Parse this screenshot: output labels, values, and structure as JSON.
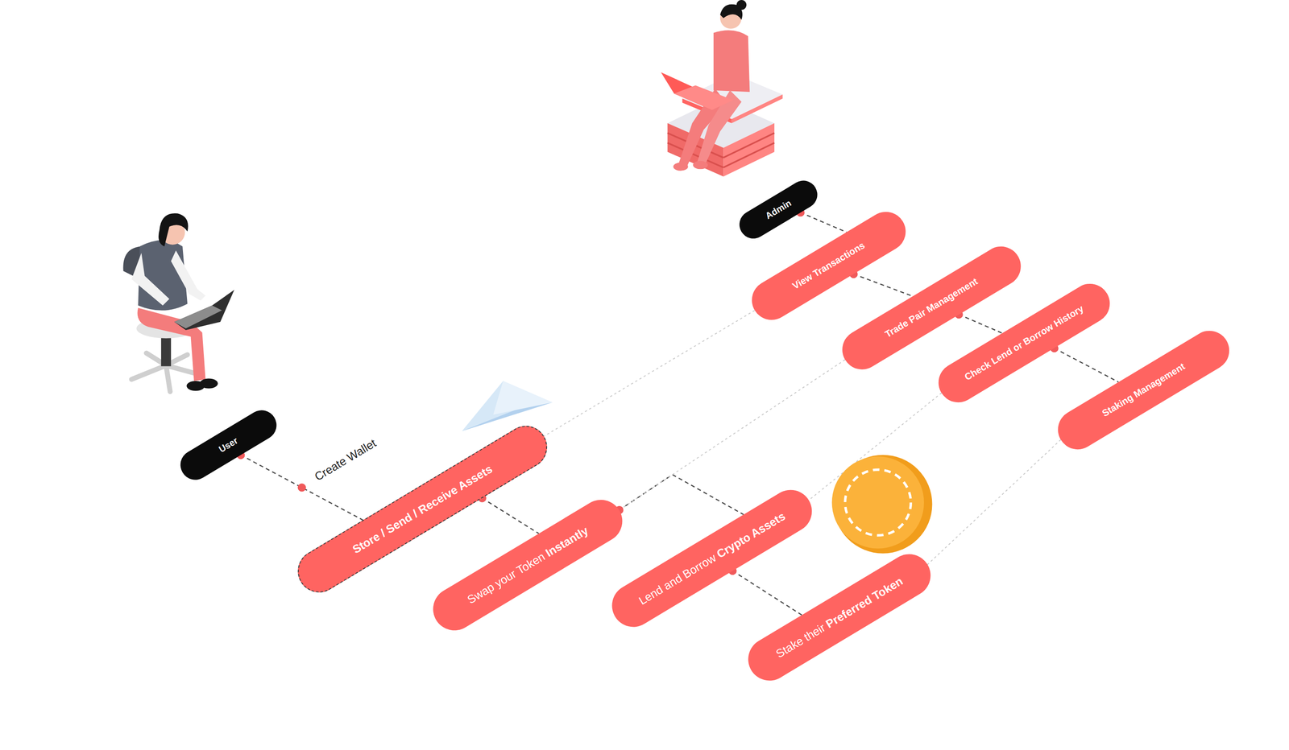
{
  "diagram": {
    "nodes": [
      {
        "text": [
          "User"
        ]
      },
      {
        "text": [
          "Store / Send / Receive Assets"
        ]
      },
      {
        "text": [
          "Swap your Token Instantly"
        ]
      },
      {
        "text": [
          "Lend and Borrow Crypto Assets"
        ]
      },
      {
        "text": [
          "Stake their Preferred Token"
        ]
      },
      {
        "text": [
          "Admin"
        ]
      },
      {
        "text": [
          "View Transactions"
        ]
      },
      {
        "text": [
          "Trade Pair Management"
        ]
      },
      {
        "text": [
          "Check Lend or Borrow History"
        ]
      },
      {
        "text": [
          "Staking Management"
        ]
      }
    ],
    "edges": [
      {
        "from": 0,
        "to": 1,
        "arrow": "none",
        "label": "Create Wallet"
      },
      {
        "from": 1,
        "to": 2,
        "arrow": "none"
      },
      {
        "from": 2,
        "to": 3,
        "arrow": "none"
      },
      {
        "from": 3,
        "to": 4,
        "arrow": "none"
      },
      {
        "from": 5,
        "to": 6,
        "arrow": "none"
      },
      {
        "from": 6,
        "to": 7,
        "arrow": "none"
      },
      {
        "from": 7,
        "to": 8,
        "arrow": "none"
      },
      {
        "from": 8,
        "to": 9,
        "arrow": "none"
      },
      {
        "from": 6,
        "to": 1,
        "arrow": "none"
      },
      {
        "from": 7,
        "to": 2,
        "arrow": "none"
      },
      {
        "from": 8,
        "to": 3,
        "arrow": "none"
      },
      {
        "from": 9,
        "to": 4,
        "arrow": "none"
      }
    ]
  }
}
